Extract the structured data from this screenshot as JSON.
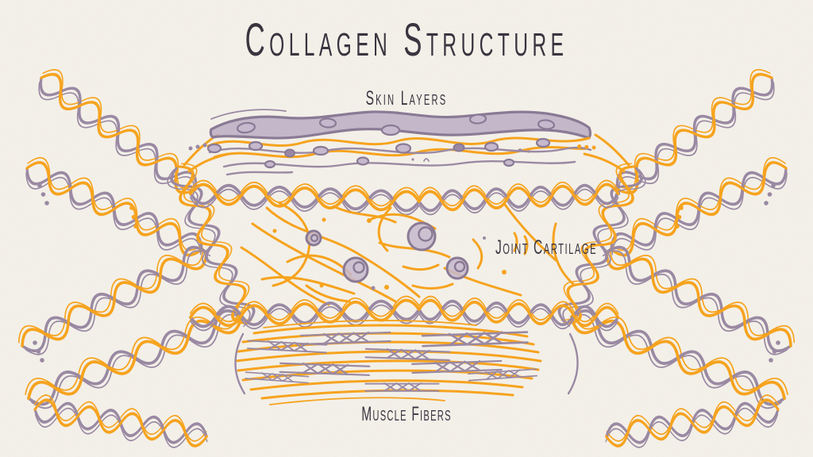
{
  "title": "Collagen Structure",
  "labels": {
    "skin": "Skin Layers",
    "cartilage": "Joint Cartilage",
    "muscle": "Muscle Fibers"
  },
  "colors": {
    "paper": "#f5f2eb",
    "ink": "#3a3440",
    "orange": "#f6a31e",
    "purple": "#9a89a3",
    "purple-deep": "#8a7a95",
    "purple-fill": "#b7a9c0",
    "cell-fill": "#c6b8cd"
  },
  "illustration": {
    "motif": "twisted collagen helix ropes radiating to the corners",
    "regions": [
      {
        "label": "Skin Layers",
        "depicts": "wavy layered skin band with elongated cells"
      },
      {
        "label": "Joint Cartilage",
        "depicts": "orange collagen mesh with round chondrocyte cells"
      },
      {
        "label": "Muscle Fibers",
        "depicts": "parallel fibers with cross-hatched striations"
      }
    ]
  }
}
